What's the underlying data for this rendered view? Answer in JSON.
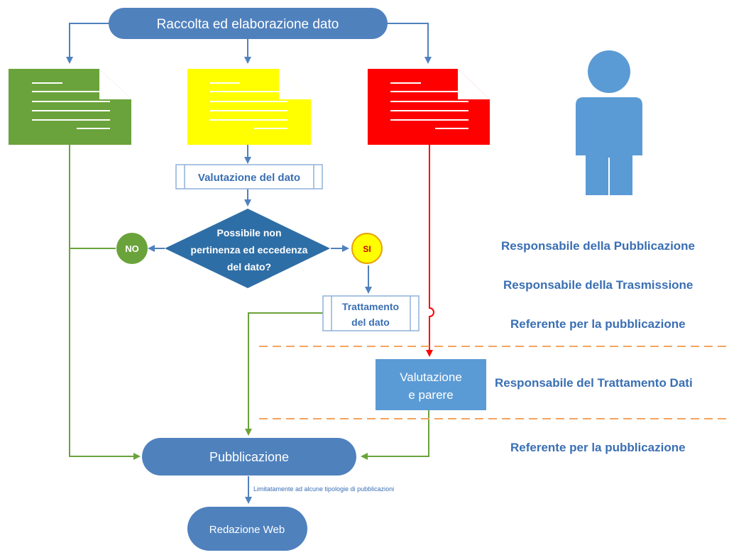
{
  "nodes": {
    "start": "Raccolta ed elaborazione dato",
    "evaluation": "Valutazione del dato",
    "question": [
      "Possibile non",
      "pertinenza ed eccedenza",
      "del dato?"
    ],
    "no": "NO",
    "yes": "SI",
    "treatment": [
      "Trattamento",
      "del dato"
    ],
    "opinion": [
      "Valutazione",
      "e parere"
    ],
    "publication": "Pubblicazione",
    "note": "Limitatamente ad alcune tipologie di pubblicazioni",
    "web": "Redazione Web"
  },
  "roles": [
    "Responsabile della Pubblicazione",
    "Responsabile della Trasmissione",
    "Referente per la pubblicazione",
    "Responsabile del Trattamento Dati",
    "Referente per la pubblicazione"
  ],
  "colors": {
    "blue": "#4f81bd",
    "green": "#6aa33b",
    "yellow": "#ffff00",
    "red": "#ff0000",
    "orange_dash": "#f4a460",
    "role_text": "#3a6fb3"
  }
}
